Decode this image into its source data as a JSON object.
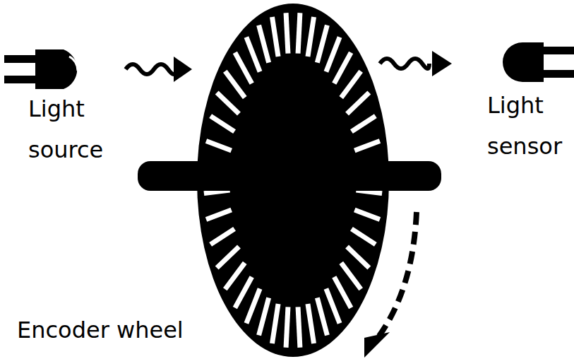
{
  "diagram": {
    "labels": [
      "Light source",
      "Light sensor",
      "Encoder wheel"
    ]
  }
}
